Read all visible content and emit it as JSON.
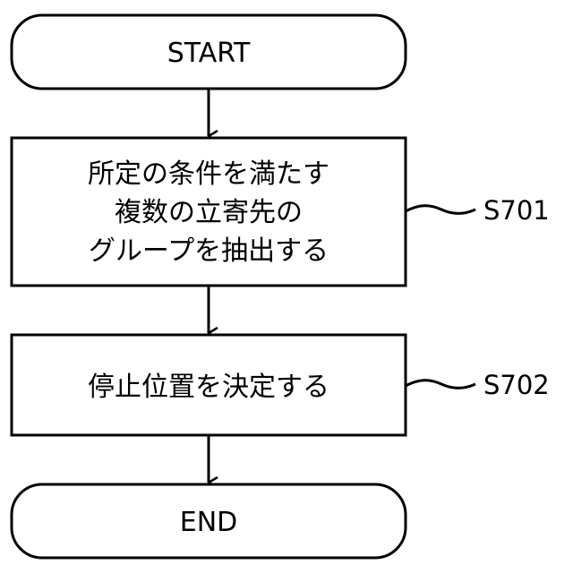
{
  "nodes": {
    "start": "START",
    "step1": {
      "lines": [
        "所定の条件を満たす",
        "複数の立寄先の",
        "グループを抽出する"
      ],
      "label": "S701"
    },
    "step2": {
      "lines": [
        "停止位置を決定する"
      ],
      "label": "S702"
    },
    "end": "END"
  }
}
